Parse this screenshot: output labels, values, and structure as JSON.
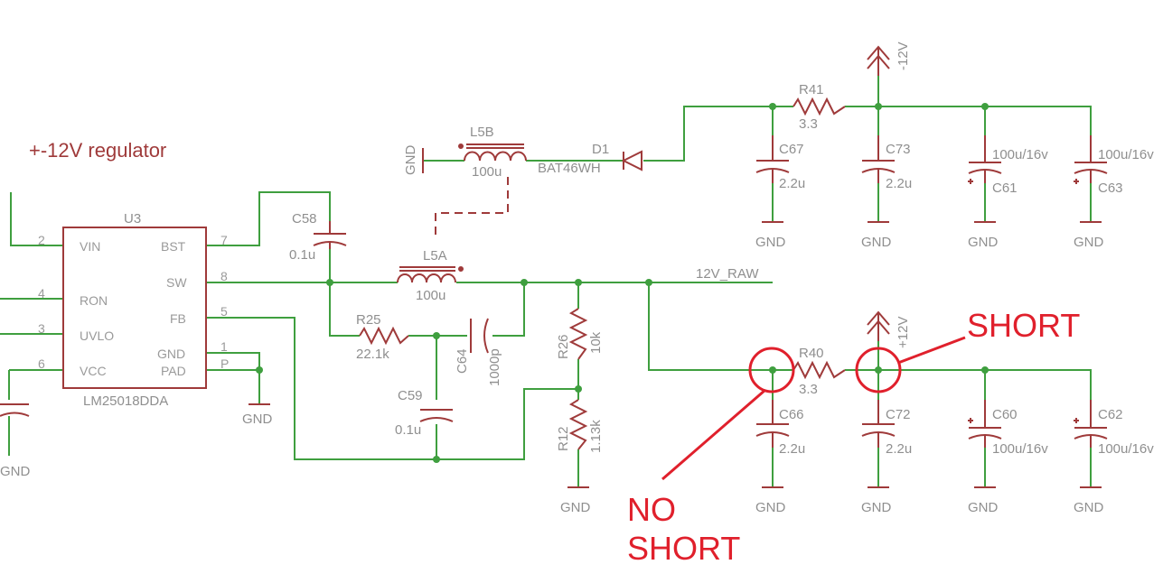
{
  "title": "+-12V regulator",
  "ic": {
    "ref": "U3",
    "value": "LM25018DDA",
    "pins_left": [
      {
        "name": "VIN",
        "num": "2"
      },
      {
        "name": "RON",
        "num": "4"
      },
      {
        "name": "UVLO",
        "num": "3"
      },
      {
        "name": "VCC",
        "num": "6"
      }
    ],
    "pins_right": [
      {
        "name": "BST",
        "num": "7"
      },
      {
        "name": "SW",
        "num": "8"
      },
      {
        "name": "FB",
        "num": "5"
      },
      {
        "name": "GND",
        "num": "1"
      },
      {
        "name": "PAD",
        "num": "P"
      }
    ]
  },
  "components": {
    "c58": {
      "ref": "C58",
      "value": "0.1u"
    },
    "l5a": {
      "ref": "L5A",
      "value": "100u"
    },
    "l5b": {
      "ref": "L5B",
      "value": "100u"
    },
    "d1": {
      "ref": "D1",
      "value": "BAT46WH"
    },
    "r25": {
      "ref": "R25",
      "value": "22.1k"
    },
    "c64": {
      "ref": "C64",
      "value": "1000p"
    },
    "c59": {
      "ref": "C59",
      "value": "0.1u"
    },
    "r26": {
      "ref": "R26",
      "value": "10k"
    },
    "r12": {
      "ref": "R12",
      "value": "1.13k"
    },
    "r41": {
      "ref": "R41",
      "value": "3.3"
    },
    "r40": {
      "ref": "R40",
      "value": "3.3"
    },
    "c67": {
      "ref": "C67",
      "value": "2.2u"
    },
    "c73": {
      "ref": "C73",
      "value": "2.2u"
    },
    "c61": {
      "ref": "C61",
      "value": "100u/16v"
    },
    "c63": {
      "ref": "C63",
      "value": "100u/16v"
    },
    "c66": {
      "ref": "C66",
      "value": "2.2u"
    },
    "c72": {
      "ref": "C72",
      "value": "2.2u"
    },
    "c60": {
      "ref": "C60",
      "value": "100u/16v"
    },
    "c62": {
      "ref": "C62",
      "value": "100u/16v"
    }
  },
  "nets": {
    "gnd": "GND",
    "raw": "12V_RAW",
    "neg12": "-12V",
    "pos12": "+12V"
  },
  "annotations": {
    "short": "SHORT",
    "no_short_line1": "NO",
    "no_short_line2": "SHORT"
  },
  "colors": {
    "wire": "#3f9f3f",
    "part": "#9f3a3a",
    "label": "#8f8f8f",
    "annotation": "#e0202c"
  }
}
